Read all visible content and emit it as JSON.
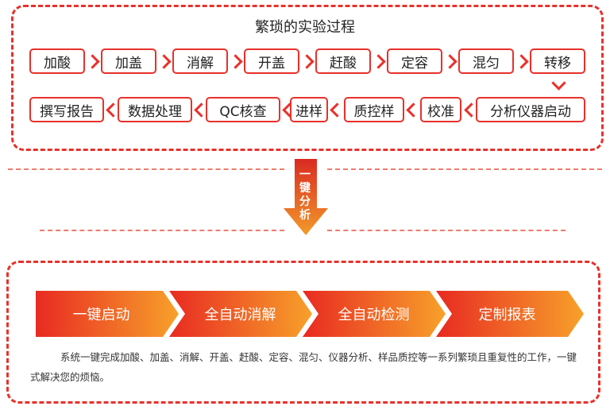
{
  "top_panel": {
    "title": "繁琐的实验过程",
    "row1": [
      "加酸",
      "加盖",
      "消解",
      "开盖",
      "赶酸",
      "定容",
      "混匀",
      "转移"
    ],
    "row2": [
      "撰写报告",
      "数据处理",
      "QC核查",
      "进样",
      "质控样",
      "校准",
      "分析仪器启动"
    ]
  },
  "arrow_label": "一键分析",
  "bottom_panel": {
    "steps": [
      "一键启动",
      "全自动消解",
      "全自动检测",
      "定制报表"
    ],
    "description": "系统一键完成加酸、加盖、消解、开盖、赶酸、定容、混匀、仪器分析、样品质控等一系列繁琐且重复性的工作，一键式解决您的烦恼。"
  },
  "colors": {
    "accent_red": "#e8312b",
    "gradient_start": "#e82a22",
    "gradient_end": "#f7a12a",
    "dash_line": "#f07b6e"
  }
}
